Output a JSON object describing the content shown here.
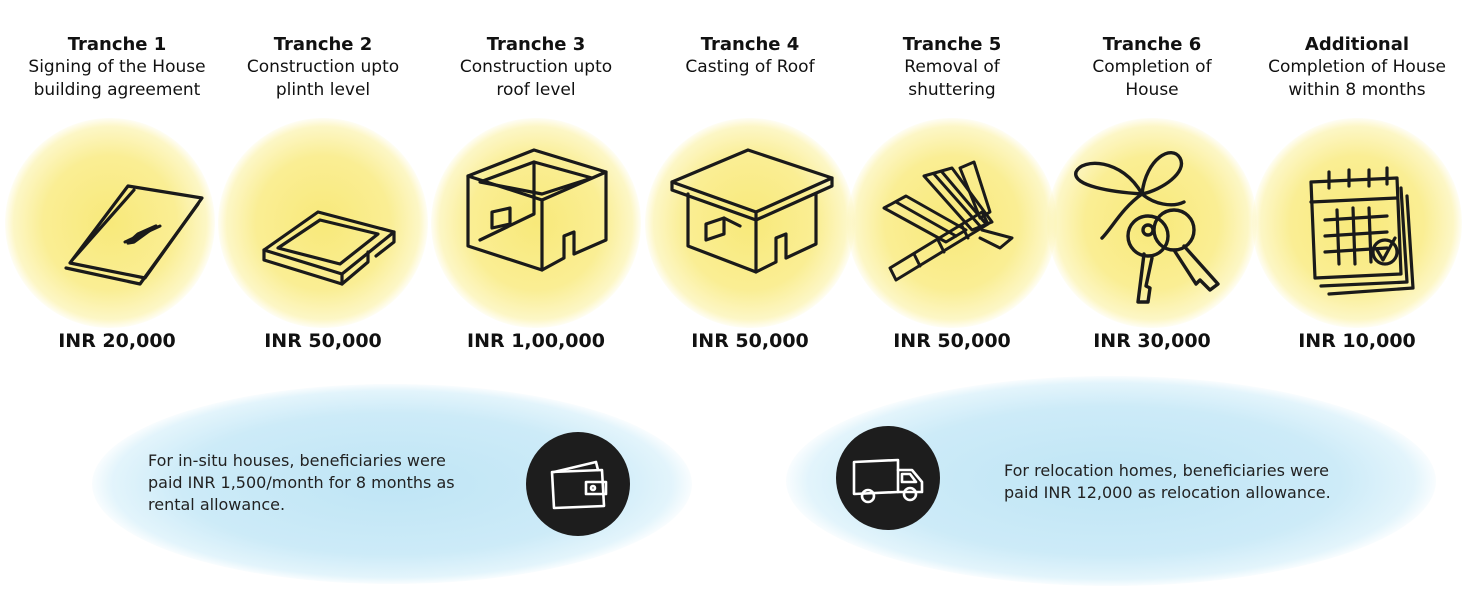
{
  "tranches": [
    {
      "title": "Tranche 1",
      "desc": [
        "Signing of the House",
        "building agreement"
      ],
      "amount": "INR 20,000",
      "icon": "agreement-document-icon"
    },
    {
      "title": "Tranche 2",
      "desc": [
        "Construction upto",
        "plinth level"
      ],
      "amount": "INR 50,000",
      "icon": "plinth-foundation-icon"
    },
    {
      "title": "Tranche 3",
      "desc": [
        "Construction upto",
        "roof level"
      ],
      "amount": "INR 1,00,000",
      "icon": "walls-structure-icon"
    },
    {
      "title": "Tranche 4",
      "desc": [
        "Casting of Roof"
      ],
      "amount": "INR 50,000",
      "icon": "roofed-house-icon"
    },
    {
      "title": "Tranche 5",
      "desc": [
        "Removal of",
        "shuttering"
      ],
      "amount": "INR 50,000",
      "icon": "shuttering-planks-icon"
    },
    {
      "title": "Tranche 6",
      "desc": [
        "Completion of",
        "House"
      ],
      "amount": "INR 30,000",
      "icon": "house-keys-icon"
    },
    {
      "title": "Additional",
      "desc": [
        "Completion of House",
        "within 8 months"
      ],
      "amount": "INR 10,000",
      "icon": "calendar-check-icon"
    }
  ],
  "notes": {
    "insitu": [
      "For in-situ houses, beneficiaries were",
      "paid INR 1,500/month for 8 months as",
      "rental allowance."
    ],
    "relocation": [
      "For relocation homes, beneficiaries were",
      "paid INR 12,000 as relocation allowance."
    ]
  },
  "icons": {
    "rental": "wallet-icon",
    "relocation": "truck-icon"
  },
  "colors": {
    "highlight_yellow": "#f8e97a",
    "highlight_blue": "#bfe5f5",
    "icon_dark": "#1d1d1d"
  }
}
